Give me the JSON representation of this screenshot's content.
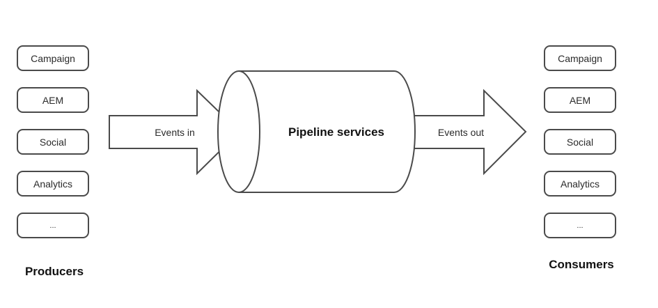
{
  "producers": {
    "label": "Producers",
    "items": [
      "Campaign",
      "AEM",
      "Social",
      "Analytics",
      "..."
    ]
  },
  "consumers": {
    "label": "Consumers",
    "items": [
      "Campaign",
      "AEM",
      "Social",
      "Analytics",
      "..."
    ]
  },
  "arrows": {
    "in_label": "Events in",
    "out_label": "Events out"
  },
  "pipeline": {
    "label": "Pipeline services"
  },
  "colors": {
    "stroke": "#4a4a4a",
    "fill": "#ffffff",
    "text": "#111111"
  }
}
